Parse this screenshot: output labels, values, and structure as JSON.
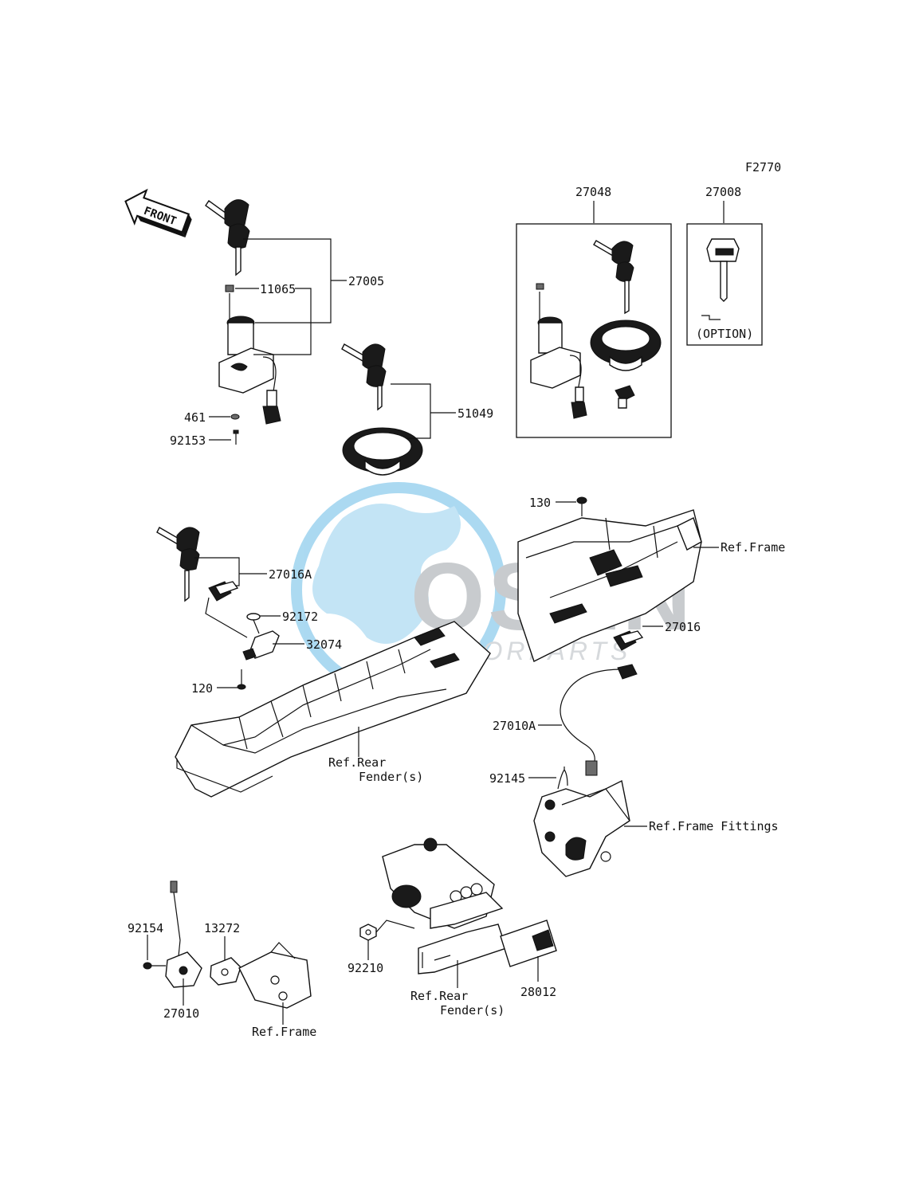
{
  "figure_code": "F2770",
  "front_label": "FRONT",
  "watermark": {
    "brand": "OSEN",
    "sub": "MOTORPARTS",
    "color_blue": "#9dd3ef",
    "color_grey": "#c9c9c9"
  },
  "labels": {
    "p27005": "27005",
    "p11065": "11065",
    "p461": "461",
    "p92153": "92153",
    "p51049": "51049",
    "p27048": "27048",
    "p27008": "27008",
    "option": "(OPTION)",
    "p130": "130",
    "ref_frame_1": "Ref.Frame",
    "p27016A": "27016A",
    "p92172": "92172",
    "p32074": "32074",
    "p120": "120",
    "ref_rear_fender_1a": "Ref.Rear",
    "ref_rear_fender_1b": "Fender(s)",
    "p27016": "27016",
    "p27010A": "27010A",
    "p92145": "92145",
    "ref_frame_fittings": "Ref.Frame Fittings",
    "p92154": "92154",
    "p13272": "13272",
    "p27010": "27010",
    "ref_frame_2": "Ref.Frame",
    "p92210": "92210",
    "ref_rear_fender_2a": "Ref.Rear",
    "ref_rear_fender_2b": "Fender(s)",
    "p28012": "28012"
  }
}
